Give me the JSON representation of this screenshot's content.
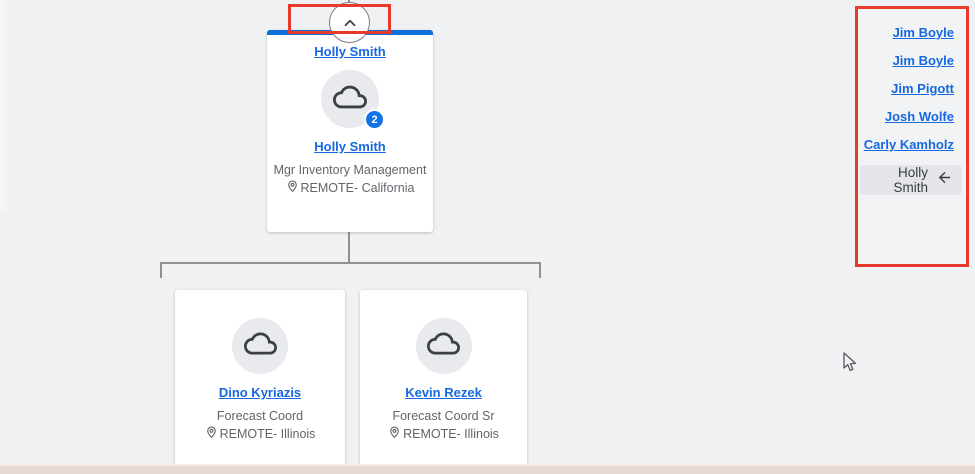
{
  "page": {
    "background_color": "#eff1f3",
    "highlight_color": "#e8392d",
    "link_color": "#1769e0",
    "card_accent_color": "#0d6fd8",
    "badge_color": "#1273e6"
  },
  "collapse_button": {
    "icon": "chevron-up-icon"
  },
  "org_chart": {
    "manager_card": {
      "header_link": "Holly Smith",
      "avatar_icon": "cloud-icon",
      "badge_count": "2",
      "name": "Holly Smith",
      "title": "Mgr Inventory Management",
      "location": "REMOTE- California"
    },
    "reports": [
      {
        "name": "Dino Kyriazis",
        "title": "Forecast Coord",
        "location": "REMOTE- Illinois"
      },
      {
        "name": "Kevin Rezek",
        "title": "Forecast Coord Sr",
        "location": "REMOTE- Illinois"
      }
    ]
  },
  "sidebar": {
    "links": [
      "Jim Boyle",
      "Jim Boyle",
      "Jim Pigott",
      "Josh Wolfe",
      "Carly Kamholz"
    ],
    "active": {
      "label": "Holly Smith",
      "icon": "arrow-left-icon"
    }
  }
}
